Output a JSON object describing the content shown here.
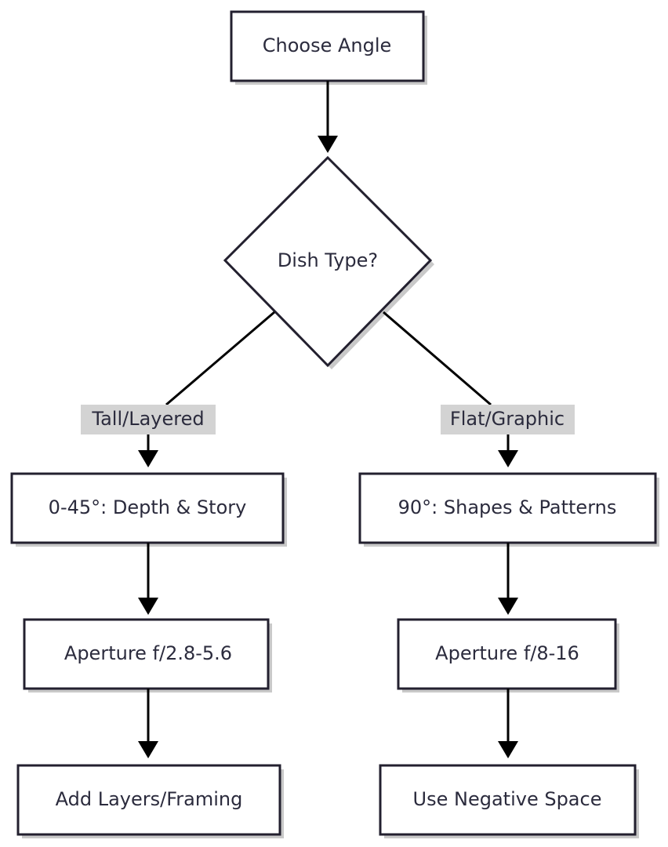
{
  "flowchart": {
    "start": "Choose Angle",
    "decision": "Dish Type?",
    "left_branch": {
      "label": "Tall/Layered",
      "step1": "0-45°: Depth & Story",
      "step2": "Aperture f/2.8-5.6",
      "step3": "Add Layers/Framing"
    },
    "right_branch": {
      "label": "Flat/Graphic",
      "step1": "90°: Shapes & Patterns",
      "step2": "Aperture f/8-16",
      "step3": "Use Negative Space"
    }
  }
}
